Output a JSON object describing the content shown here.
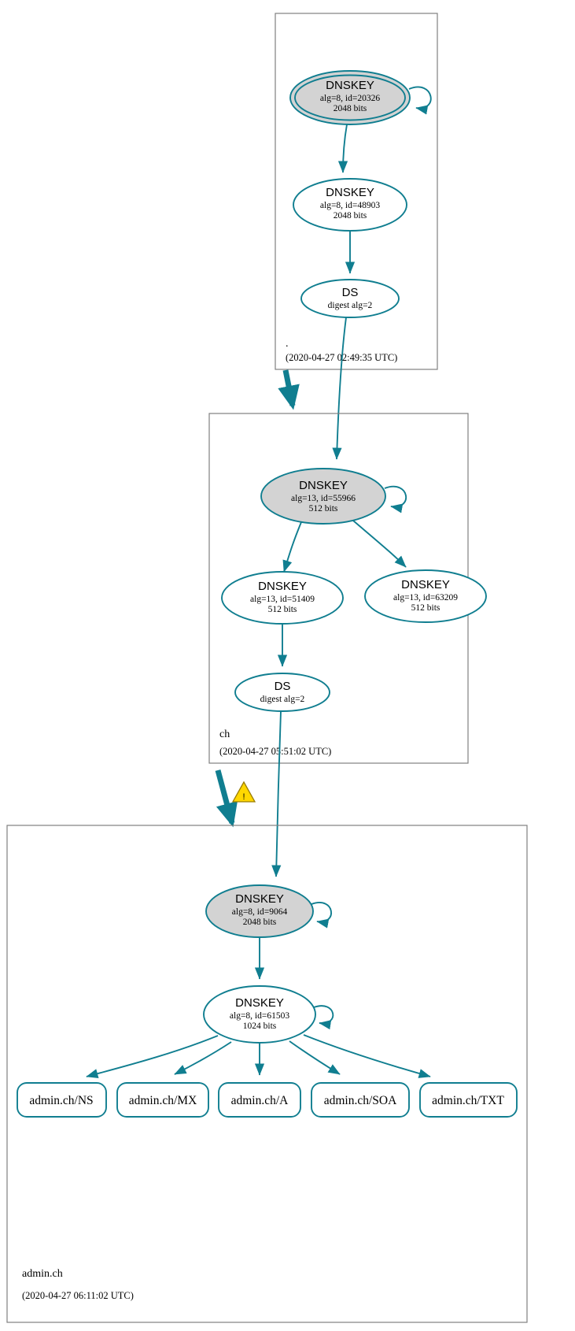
{
  "diagram": {
    "type": "dnssec-authentication-chain",
    "accent_color": "#107e90",
    "secure_fill": "#d3d3d3",
    "zone_border_color": "#808080",
    "warning_color": "#ffd700"
  },
  "zones": [
    {
      "id": "root",
      "label": ".",
      "timestamp": "(2020-04-27 02:49:35 UTC)",
      "nodes": [
        {
          "id": "root-ksk",
          "kind": "DNSKEY",
          "title": "DNSKEY",
          "line2": "alg=8, id=20326",
          "line3": "2048 bits",
          "alg": "8",
          "keytag": "20326",
          "bits": "2048",
          "style": "trust-anchor-secure",
          "self_signed": true
        },
        {
          "id": "root-zsk",
          "kind": "DNSKEY",
          "title": "DNSKEY",
          "line2": "alg=8, id=48903",
          "line3": "2048 bits",
          "alg": "8",
          "keytag": "48903",
          "bits": "2048",
          "style": "insecure-outline",
          "self_signed": false
        },
        {
          "id": "root-ds-ch",
          "kind": "DS",
          "title": "DS",
          "line2": "digest alg=2",
          "line3": "",
          "digest_alg": "2",
          "style": "insecure-outline",
          "self_signed": false
        }
      ]
    },
    {
      "id": "ch",
      "label": "ch",
      "timestamp": "(2020-04-27 05:51:02 UTC)",
      "nodes": [
        {
          "id": "ch-ksk",
          "kind": "DNSKEY",
          "title": "DNSKEY",
          "line2": "alg=13, id=55966",
          "line3": "512 bits",
          "alg": "13",
          "keytag": "55966",
          "bits": "512",
          "style": "secure",
          "self_signed": true
        },
        {
          "id": "ch-zsk-1",
          "kind": "DNSKEY",
          "title": "DNSKEY",
          "line2": "alg=13, id=51409",
          "line3": "512 bits",
          "alg": "13",
          "keytag": "51409",
          "bits": "512",
          "style": "insecure-outline",
          "self_signed": false
        },
        {
          "id": "ch-zsk-2",
          "kind": "DNSKEY",
          "title": "DNSKEY",
          "line2": "alg=13, id=63209",
          "line3": "512 bits",
          "alg": "13",
          "keytag": "63209",
          "bits": "512",
          "style": "insecure-outline",
          "self_signed": false
        },
        {
          "id": "ch-ds-adminch",
          "kind": "DS",
          "title": "DS",
          "line2": "digest alg=2",
          "line3": "",
          "digest_alg": "2",
          "style": "insecure-outline",
          "self_signed": false
        }
      ]
    },
    {
      "id": "adminch",
      "label": "admin.ch",
      "timestamp": "(2020-04-27 06:11:02 UTC)",
      "nodes": [
        {
          "id": "adminch-ksk",
          "kind": "DNSKEY",
          "title": "DNSKEY",
          "line2": "alg=8, id=9064",
          "line3": "2048 bits",
          "alg": "8",
          "keytag": "9064",
          "bits": "2048",
          "style": "secure",
          "self_signed": true
        },
        {
          "id": "adminch-zsk",
          "kind": "DNSKEY",
          "title": "DNSKEY",
          "line2": "alg=8, id=61503",
          "line3": "1024 bits",
          "alg": "8",
          "keytag": "61503",
          "bits": "1024",
          "style": "insecure-outline",
          "self_signed": true
        }
      ],
      "rrsets": [
        {
          "id": "rr-ns",
          "label": "admin.ch/NS"
        },
        {
          "id": "rr-mx",
          "label": "admin.ch/MX"
        },
        {
          "id": "rr-a",
          "label": "admin.ch/A"
        },
        {
          "id": "rr-soa",
          "label": "admin.ch/SOA"
        },
        {
          "id": "rr-txt",
          "label": "admin.ch/TXT"
        }
      ]
    }
  ],
  "warnings": [
    {
      "id": "warn-ch-adminch",
      "icon": "warning-triangle-icon",
      "glyph": "!"
    }
  ]
}
